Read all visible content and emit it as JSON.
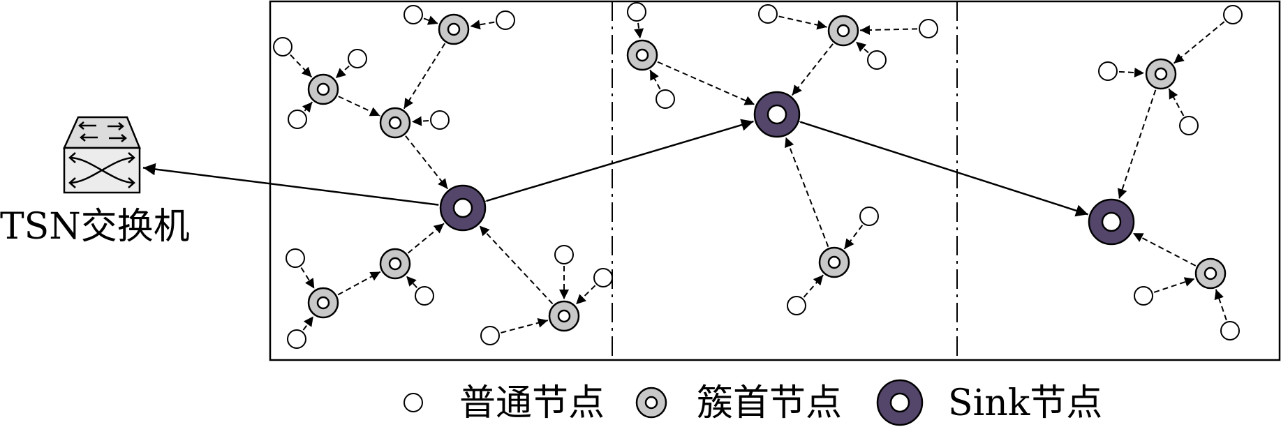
{
  "switch": {
    "label": "TSN交换机",
    "icon": "network-switch-icon"
  },
  "legend": [
    {
      "kind": "normal",
      "label": "普通节点"
    },
    {
      "kind": "cluster",
      "label": "簇首节点"
    },
    {
      "kind": "sink",
      "label": "Sink节点"
    }
  ],
  "colors": {
    "sink": "#54466b",
    "cluster": "#c8c8c8",
    "normal": "#ffffff",
    "stroke": "#000000",
    "switch_top": "#dcdcdc",
    "switch_front": "#ececec"
  },
  "regions": 3
}
